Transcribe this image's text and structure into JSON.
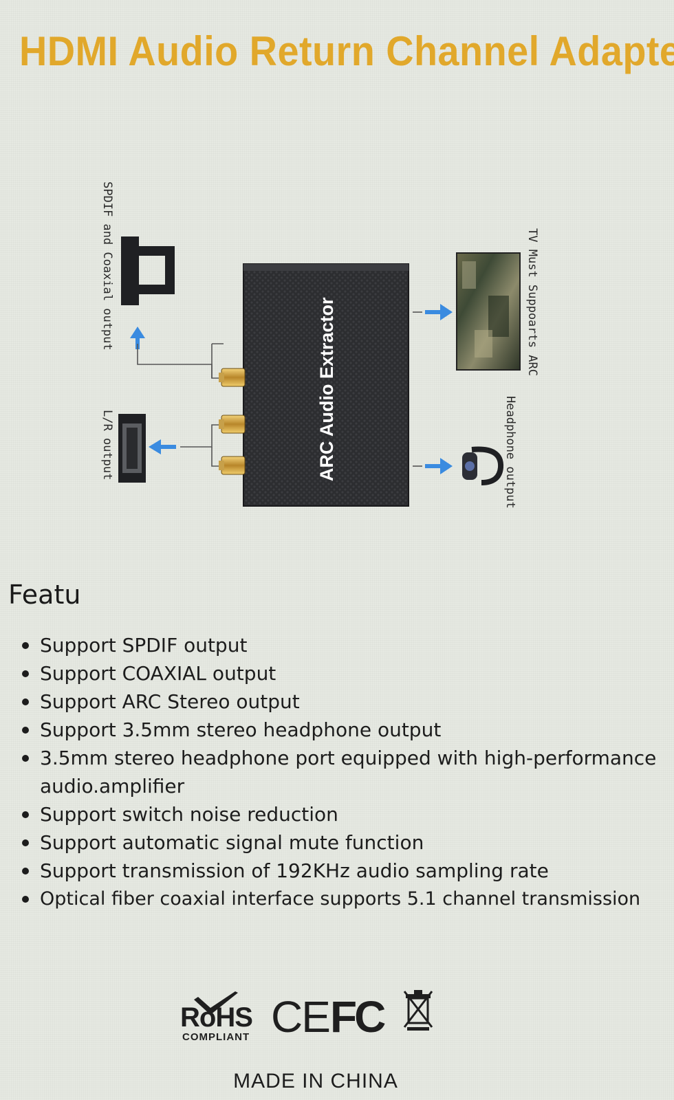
{
  "title": "HDMI Audio Return Channel  Adapter",
  "diagram": {
    "device_label": "ARC Audio Extractor",
    "spdif_coax_label": "SPDIF and Coaxial output",
    "lr_label": "L/R output",
    "tv_label": "TV Must Suppoarts ARC",
    "headphone_label": "Headphone output",
    "device_icon": "extractor-box",
    "arrow_color": "#3a8be0"
  },
  "features": {
    "heading": "Featu",
    "items": [
      "Support SPDIF output",
      "Support COAXIAL output",
      "Support ARC Stereo output",
      "Support 3.5mm stereo headphone output",
      "3.5mm stereo headphone port equipped with high-performance audio.amplifier",
      "Support switch noise reduction",
      "Support automatic signal mute function",
      "Support transmission of 192KHz audio sampling rate",
      "Optical fiber coaxial interface supports 5.1 channel transmission"
    ]
  },
  "certifications": {
    "rohs": "RoHS",
    "rohs_sub": "COMPLIANT",
    "ce": "CE",
    "fc": "FC",
    "weee_icon": "crossed-bin-icon"
  },
  "footer": {
    "made_in": "MADE IN CHINA"
  },
  "colors": {
    "title": "#e1a82b",
    "background": "#e6e9e2"
  }
}
